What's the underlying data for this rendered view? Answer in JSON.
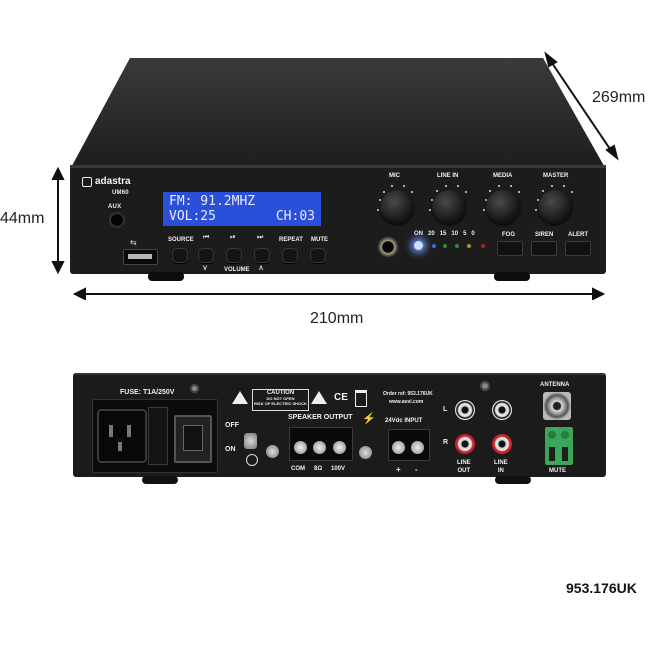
{
  "dimensions": {
    "depth": "269mm",
    "height": "44mm",
    "width": "210mm"
  },
  "product_code": "953.176UK",
  "front": {
    "brand": "adastra",
    "model": "UM60",
    "aux": "AUX",
    "lcd_line1": "FM: 91.2MHZ",
    "lcd_line2_left": "VOL:25",
    "lcd_line2_right": "CH:03",
    "knobs": [
      "MIC",
      "LINE IN",
      "MEDIA",
      "MASTER"
    ],
    "buttons": [
      "SOURCE",
      "REPEAT",
      "MUTE",
      "VOLUME"
    ],
    "chime_buttons": [
      "FOG",
      "SIREN",
      "ALERT"
    ],
    "meter": [
      "ON",
      "20",
      "15",
      "10",
      "5",
      "0"
    ],
    "vol_down": "V",
    "vol_up": "Λ"
  },
  "rear": {
    "fuse": "FUSE: T1A/250V",
    "off": "OFF",
    "on": "ON",
    "caution": "CAUTION",
    "caution_sub1": "DO NOT OPEN",
    "caution_sub2": "RISK OF ELECTRIC SHOCK",
    "speaker_output": "SPEAKER OUTPUT",
    "terminals": [
      "COM",
      "8Ω",
      "100V"
    ],
    "order_ref": "Order ref: 953.176UK",
    "website": "www.avsl.com",
    "dc_input": "24Vdc INPUT",
    "plus": "+",
    "minus": "-",
    "ch_l": "L",
    "ch_r": "R",
    "line_out": "LINE\nOUT",
    "line_in": "LINE\nIN",
    "antenna": "ANTENNA",
    "mute": "MUTE",
    "ce": "CE"
  },
  "colors": {
    "lcd": "#2a4fd9",
    "chassis": "#1b1b1b",
    "green_terminal": "#3aa65a",
    "rca_red": "#c8232c"
  }
}
